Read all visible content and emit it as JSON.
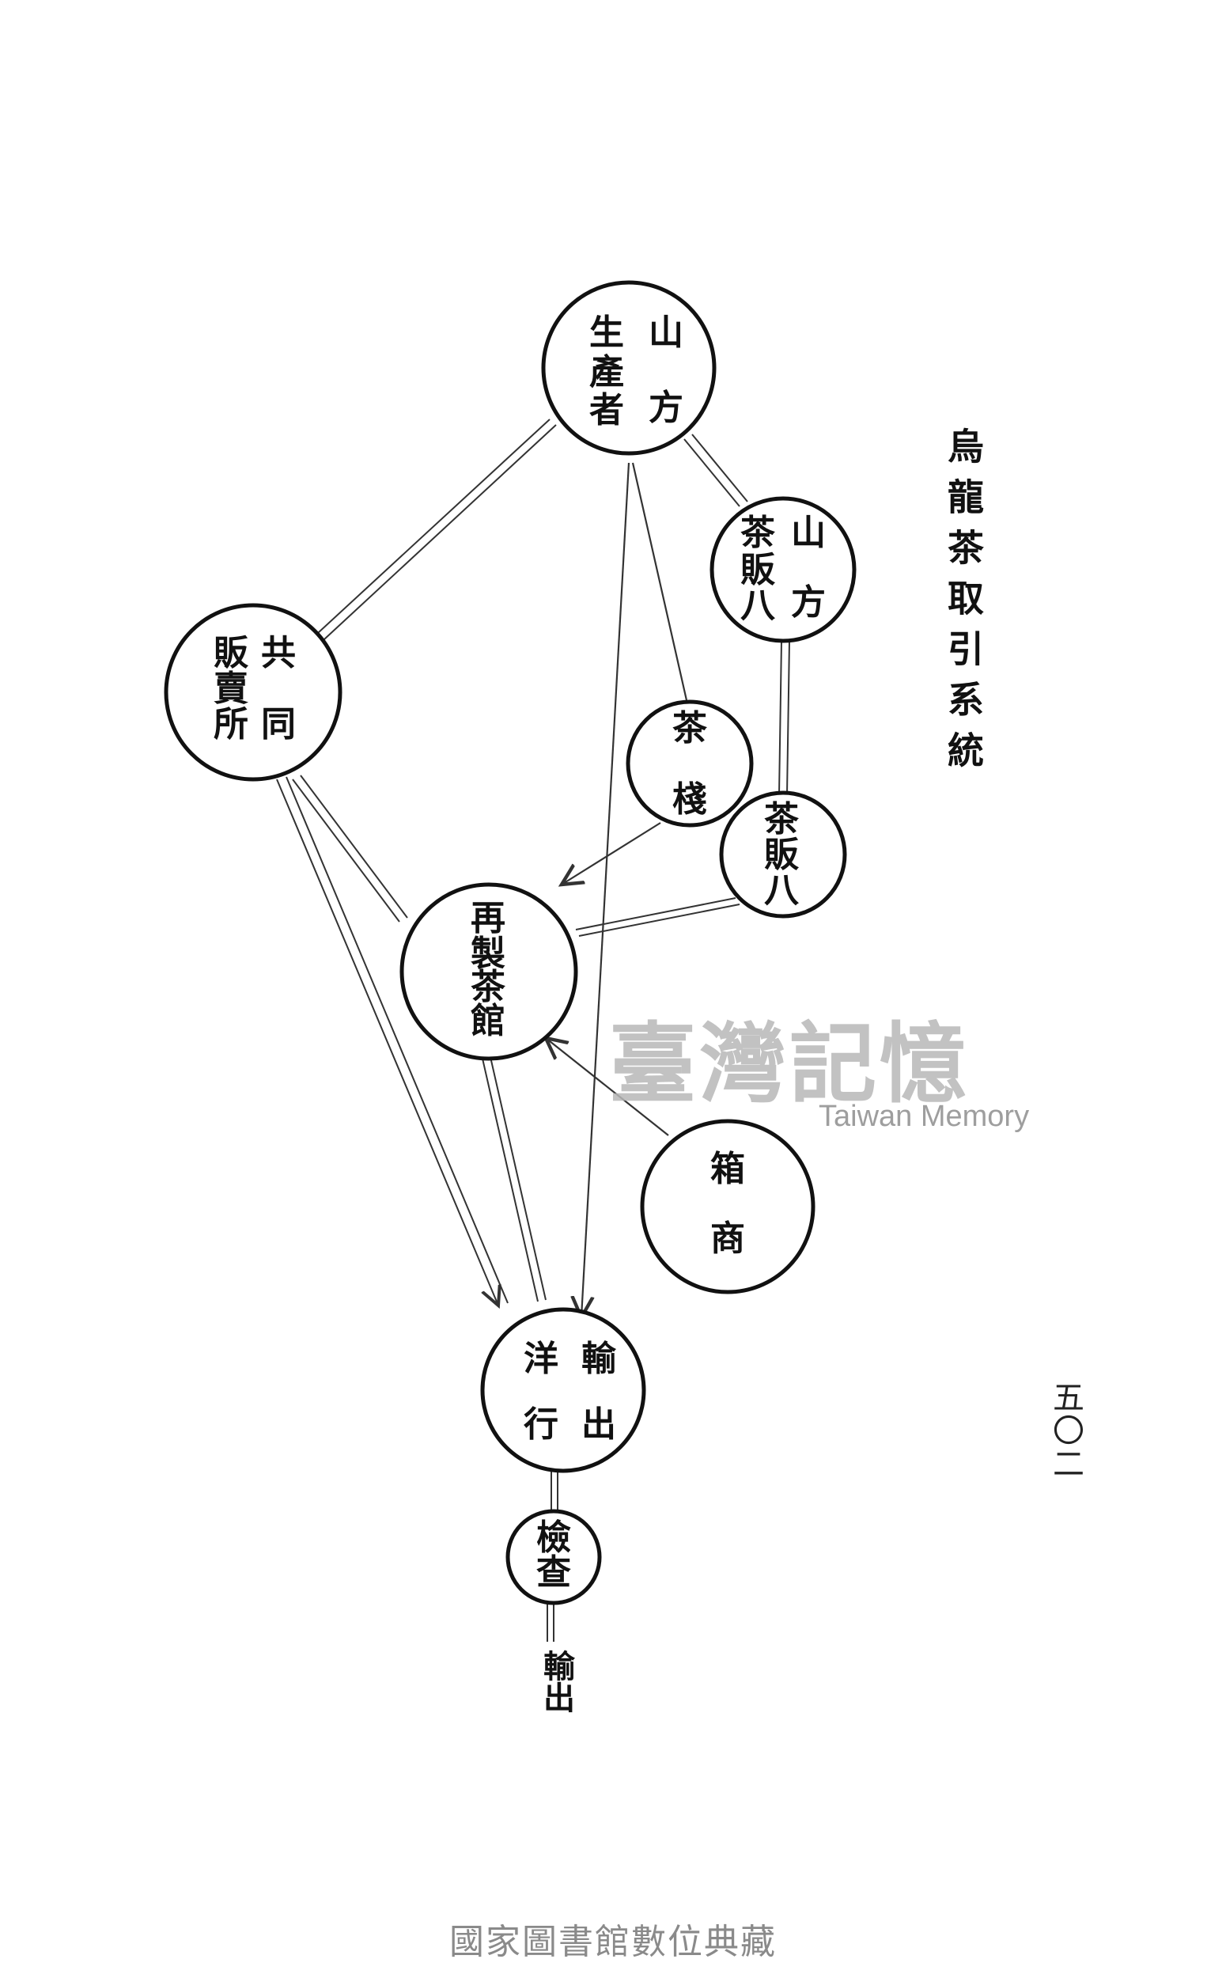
{
  "title": "烏龍茶取引系統",
  "page_number": "五〇二",
  "nodes": [
    {
      "id": "producer",
      "lines": [
        "山",
        "生",
        "方",
        "產",
        "者"
      ]
    },
    {
      "id": "mountain-dealer",
      "lines": [
        "山",
        "茶",
        "方",
        "販",
        "八"
      ]
    },
    {
      "id": "co-op",
      "lines": [
        "共",
        "販",
        "同",
        "賣",
        "所"
      ]
    },
    {
      "id": "tea-inn",
      "lines": [
        "茶",
        "棧"
      ]
    },
    {
      "id": "tea-dealer",
      "lines": [
        "茶",
        "販",
        "八"
      ]
    },
    {
      "id": "refinery",
      "lines": [
        "再",
        "製",
        "茶",
        "館"
      ]
    },
    {
      "id": "box-maker",
      "lines": [
        "箱",
        "商"
      ]
    },
    {
      "id": "export-house",
      "lines": [
        "輸",
        "洋",
        "出",
        "行"
      ]
    },
    {
      "id": "inspection",
      "lines": [
        "檢",
        "查"
      ]
    }
  ],
  "export_label": "輸出",
  "watermark": {
    "cn": "臺灣記憶",
    "en": "Taiwan Memory"
  },
  "footer": "國家圖書館數位典藏"
}
